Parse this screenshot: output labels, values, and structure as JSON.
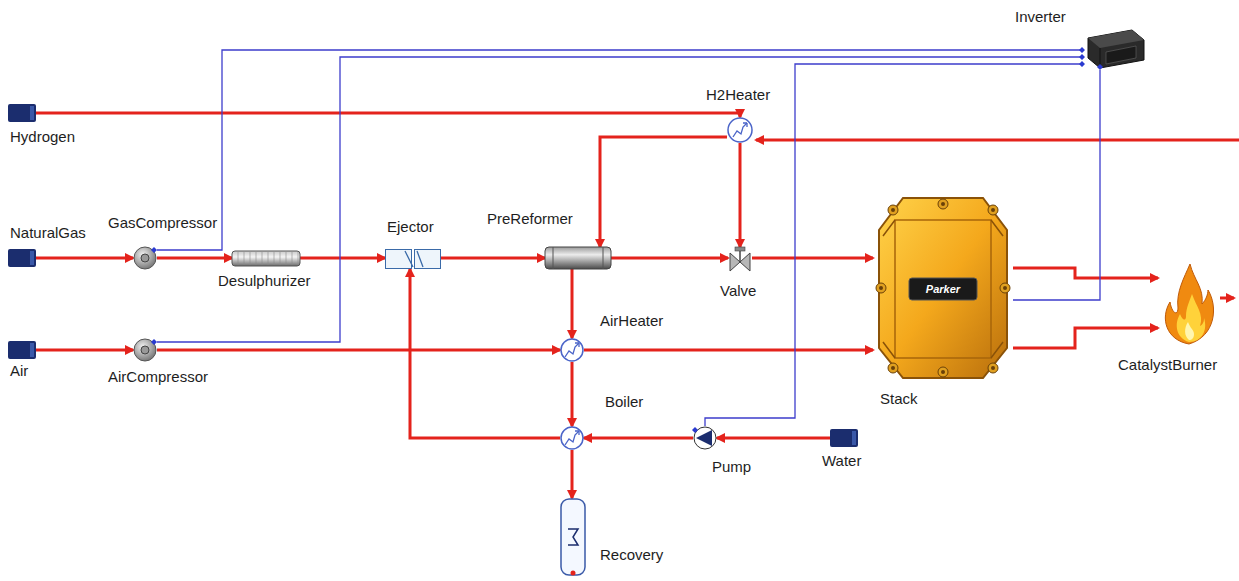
{
  "diagram": {
    "nodes": [
      {
        "text": [
          "Hydrogen"
        ]
      },
      {
        "text": [
          "Inverter"
        ]
      },
      {
        "text": [
          "H2Heater"
        ]
      },
      {
        "text": [
          "NaturalGas"
        ]
      },
      {
        "text": [
          "GasCompressor"
        ]
      },
      {
        "text": [
          "Ejector"
        ]
      },
      {
        "text": [
          "PreReformer"
        ]
      },
      {
        "text": [
          "Desulphurizer"
        ]
      },
      {
        "text": [
          "Valve"
        ]
      },
      {
        "text": [
          "Stack"
        ]
      },
      {
        "text": [
          "CatalystBurner"
        ]
      },
      {
        "text": [
          "Air"
        ]
      },
      {
        "text": [
          "AirCompressor"
        ]
      },
      {
        "text": [
          "AirHeater"
        ]
      },
      {
        "text": [
          "Boiler"
        ]
      },
      {
        "text": [
          "Pump"
        ]
      },
      {
        "text": [
          "Water"
        ]
      },
      {
        "text": [
          "Recovery"
        ]
      }
    ],
    "edges": [
      {
        "from": 0,
        "to": 2,
        "arrow": "to"
      },
      {
        "from": 2,
        "to": 6,
        "arrow": "to"
      },
      {
        "from": 2,
        "to": 8,
        "arrow": "to"
      },
      {
        "from": 3,
        "to": 4,
        "arrow": "to"
      },
      {
        "from": 4,
        "to": 7,
        "arrow": "to"
      },
      {
        "from": 7,
        "to": 5,
        "arrow": "to"
      },
      {
        "from": 5,
        "to": 6,
        "arrow": "to"
      },
      {
        "from": 6,
        "to": 8,
        "arrow": "to"
      },
      {
        "from": 8,
        "to": 9,
        "arrow": "to"
      },
      {
        "from": 6,
        "to": 13,
        "arrow": "to"
      },
      {
        "from": 13,
        "to": 14,
        "arrow": "to"
      },
      {
        "from": 14,
        "to": 17,
        "arrow": "to"
      },
      {
        "from": 11,
        "to": 12,
        "arrow": "to"
      },
      {
        "from": 12,
        "to": 13,
        "arrow": "to"
      },
      {
        "from": 13,
        "to": 9,
        "arrow": "to"
      },
      {
        "from": 16,
        "to": 15,
        "arrow": "to"
      },
      {
        "from": 15,
        "to": 14,
        "arrow": "to"
      },
      {
        "from": 14,
        "to": 5,
        "arrow": "to"
      },
      {
        "from": 9,
        "to": 10,
        "arrow": "to"
      },
      {
        "from": 9,
        "to": 10,
        "arrow": "to"
      },
      {
        "from": 1,
        "to": 4,
        "arrow": "none"
      },
      {
        "from": 1,
        "to": 12,
        "arrow": "none"
      },
      {
        "from": 1,
        "to": 15,
        "arrow": "none"
      },
      {
        "from": 1,
        "to": 9,
        "arrow": "none"
      }
    ],
    "labels": [
      "Parker"
    ]
  }
}
